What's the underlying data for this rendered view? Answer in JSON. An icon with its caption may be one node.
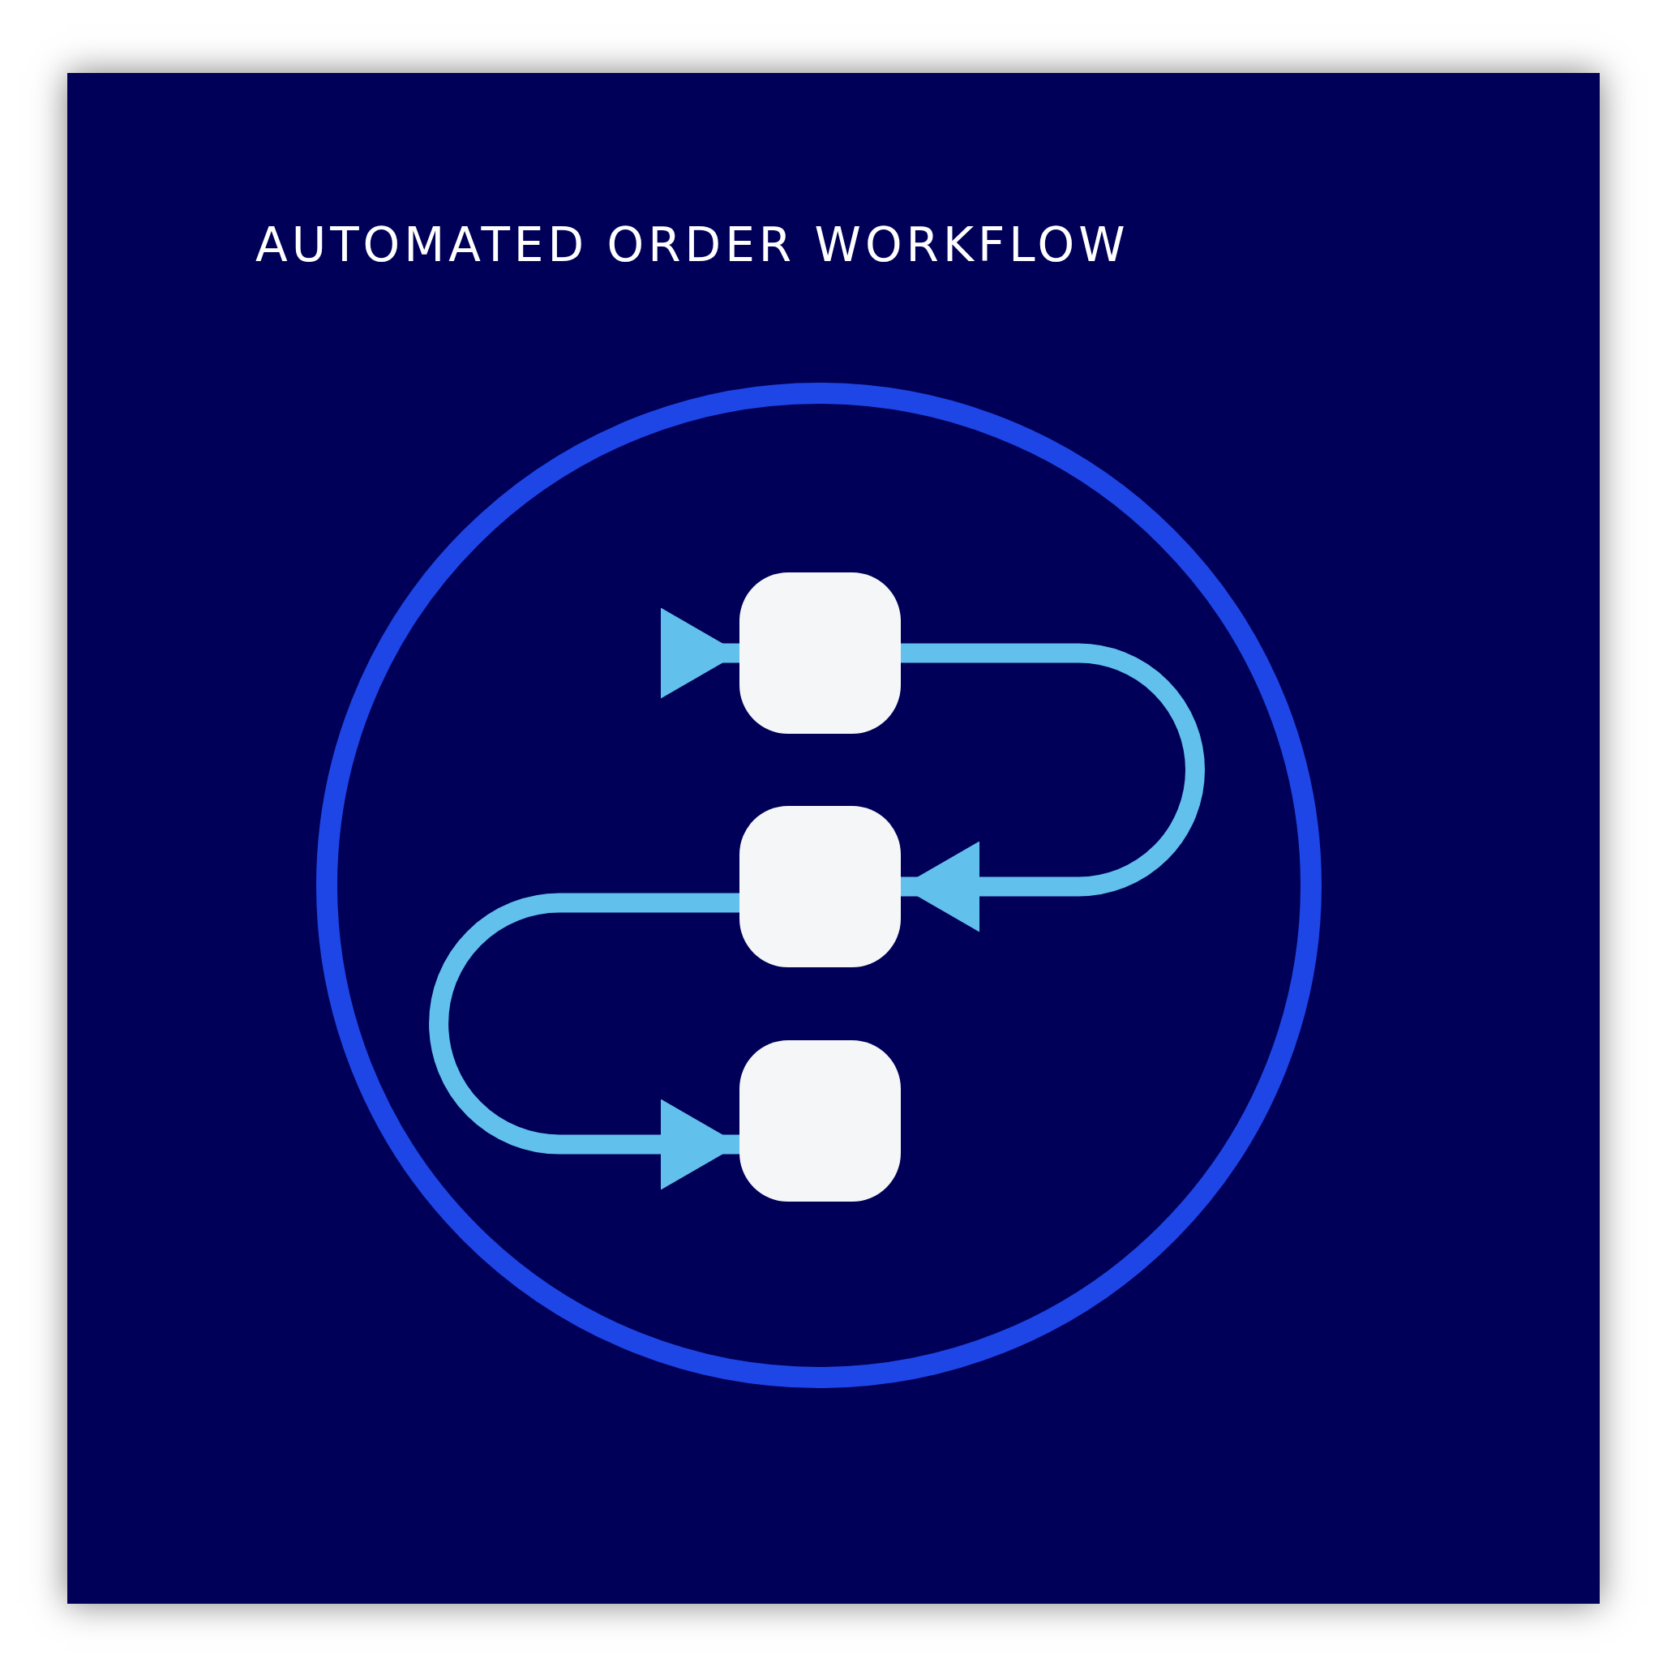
{
  "diagram": {
    "title": "AUTOMATED ORDER WORKFLOW",
    "nodes": [
      {
        "text": [],
        "shape": "circle"
      },
      {
        "text": [],
        "shape": "box",
        "in": 0
      },
      {
        "text": [],
        "shape": "box",
        "in": 0
      },
      {
        "text": [],
        "shape": "box",
        "in": 0
      }
    ],
    "edges": [
      {
        "from": null,
        "to": 1,
        "arrow": "to"
      },
      {
        "from": 1,
        "to": 2,
        "arrow": "to"
      },
      {
        "from": 2,
        "to": 3,
        "arrow": "to"
      }
    ]
  }
}
